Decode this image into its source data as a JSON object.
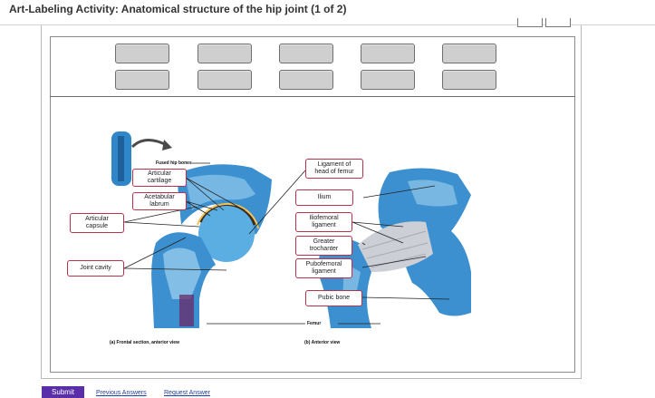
{
  "header": {
    "title": "Art-Labeling Activity: Anatomical structure of the hip joint (1 of 2)"
  },
  "label_bank": {
    "slots": 10
  },
  "diagram": {
    "labels": {
      "fused_hip_bones": "Fused hip bones",
      "articular_cartilage": "Articular\ncartilage",
      "acetabular_labrum": "Acetabular\nlabrum",
      "articular_capsule": "Articular\ncapsule",
      "joint_cavity": "Joint cavity",
      "ligament_head_femur": "Ligament of\nhead of femur",
      "ilium": "Ilium",
      "iliofemoral_ligament": "Iliofemoral\nligament",
      "greater_trochanter": "Greater\ntrochanter",
      "pubofemoral_ligament": "Pubofemoral\nligament",
      "pubic_bone": "Pubic bone",
      "femur": "Femur"
    },
    "captions": {
      "frontal": "(a) Frontal section, anterior view",
      "anterior": "(b) Anterior view"
    }
  },
  "footer": {
    "submit_label": "Submit",
    "previous_answers": "Previous Answers",
    "request_answer": "Request Answer"
  },
  "colors": {
    "bone_blue": "#2f86c8",
    "label_border": "#b7324a",
    "submit_bg": "#5a2ea8",
    "link": "#1f3fa5"
  }
}
